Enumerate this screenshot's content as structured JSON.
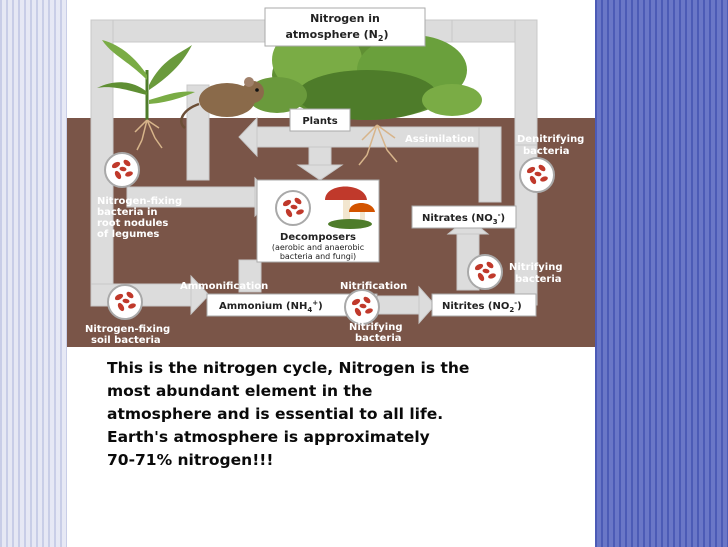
{
  "diagram": {
    "n2_box": {
      "line1": "Nitrogen in",
      "line2": "atmosphere (N",
      "sub": "2",
      "close": ")"
    },
    "plants_box": "Plants",
    "assimilation": "Assimilation",
    "denitrifying": {
      "line1": "Denitrifying",
      "line2": "bacteria"
    },
    "nfix_legumes": {
      "line1": "Nitrogen-fixing",
      "line2": "bacteria in",
      "line3": "root nodules",
      "line4": "of legumes"
    },
    "decomposers": {
      "line1": "Decomposers",
      "line2": "(aerobic and anaerobic",
      "line3": "bacteria and fungi)"
    },
    "nitrates_box": {
      "text": "Nitrates (NO",
      "sub": "3",
      "sup": "-",
      "close": ")"
    },
    "nitrifying_right": {
      "line1": "Nitrifying",
      "line2": "bacteria"
    },
    "ammonification": "Ammonification",
    "nitrification": "Nitrification",
    "ammonium_box": {
      "text": "Ammonium (NH",
      "sub": "4",
      "sup": "+",
      "close": ")"
    },
    "nitrites_box": {
      "text": "Nitrites (NO",
      "sub": "2",
      "sup": "-",
      "close": ")"
    },
    "nfix_soil": {
      "line1": "Nitrogen-fixing",
      "line2": "soil bacteria"
    },
    "nitrifying_bottom": {
      "line1": "Nitrifying",
      "line2": "bacteria"
    }
  },
  "caption": {
    "line1": "This is the nitrogen cycle, Nitrogen is the",
    "line2": "most abundant element in the",
    "line3": "atmosphere and is essential to all life.",
    "line4": "Earth's atmosphere is approximately",
    "line5": "70-71% nitrogen!!!"
  },
  "colors": {
    "soil": "#7a5548",
    "arrow": "#dcdcdc",
    "sky": "#ffffff",
    "foliage": "#6a9a3c",
    "accent": "#4a58b4"
  },
  "icons": [
    "bacteria-icon",
    "plant-icon",
    "mouse-icon",
    "mushroom-icon",
    "roots-icon"
  ]
}
